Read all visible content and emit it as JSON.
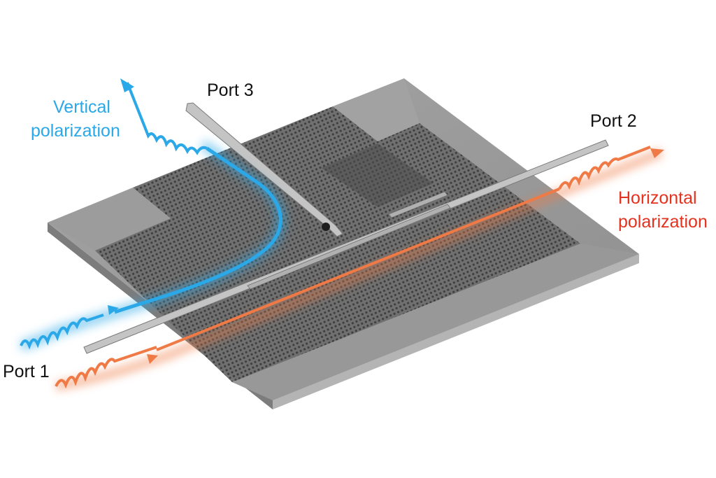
{
  "labels": {
    "port1": "Port 1",
    "port2": "Port 2",
    "port3": "Port 3",
    "vertical_line1": "Vertical",
    "vertical_line2": "polarization",
    "horizontal_line1": "Horizontal",
    "horizontal_line2": "polarization"
  },
  "colors": {
    "vertical_beam": "#2aa8e8",
    "horizontal_beam": "#f07a45",
    "substrate": "#9a9a9a",
    "crystal": "#5a5a5a",
    "waveguide": "#b8b8b8"
  }
}
